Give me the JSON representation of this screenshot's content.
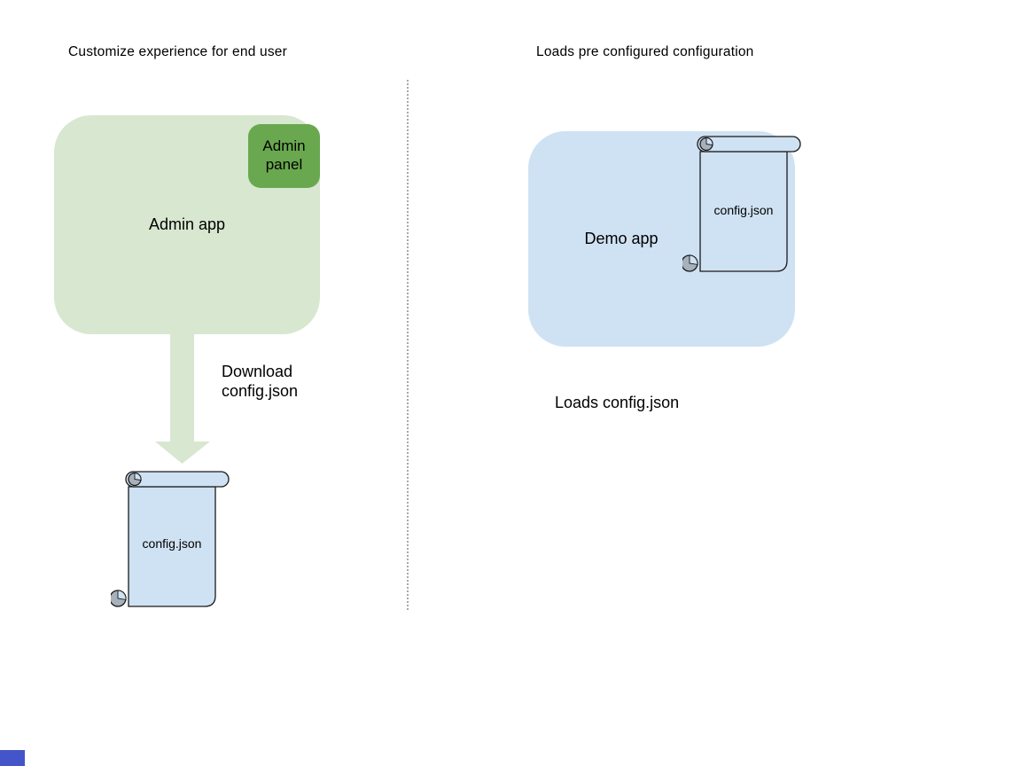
{
  "diagram": {
    "left": {
      "title": "Customize experience for end user",
      "admin_app_label": "Admin app",
      "admin_panel_label": "Admin panel",
      "arrow_label": "Download\nconfig.json",
      "config_file_label": "config.json"
    },
    "right": {
      "title": "Loads pre configured configuration",
      "demo_app_label": "Demo app",
      "config_file_label": "config.json",
      "caption": "Loads config.json"
    },
    "colors": {
      "admin_app_fill": "#d8e7d0",
      "admin_panel_fill": "#6aa84f",
      "arrow_fill": "#d8e7d0",
      "app_box_fill": "#cfe2f3",
      "scroll_fill": "#cfe2f3",
      "scroll_curl_fill": "#a7b1bc",
      "outline": "#1a1a1a",
      "divider_color": "#9a9a9a",
      "corner_square_fill": "#4355c9",
      "text_color": "#000000"
    }
  }
}
